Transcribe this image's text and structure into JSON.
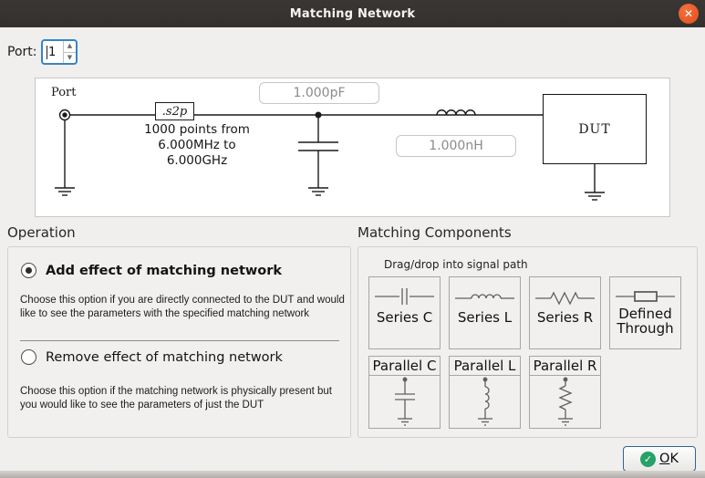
{
  "window": {
    "title": "Matching Network"
  },
  "icons": {
    "close": "✕",
    "check": "✓",
    "spin_up": "▲",
    "spin_down": "▼"
  },
  "port": {
    "label": "Port:",
    "value": "1"
  },
  "circuit": {
    "port_label": "Port",
    "s2p_label": ".s2p",
    "sweep_line1": "1000 points from",
    "sweep_line2": "6.000MHz to",
    "sweep_line3": "6.000GHz",
    "capacitor_value": "1.000pF",
    "inductor_value": "1.000nH",
    "dut_label": "DUT"
  },
  "operation": {
    "header": "Operation",
    "options": [
      {
        "label": "Add effect of matching network",
        "selected": true,
        "description": "Choose this option if you are directly connected to the DUT and would like to see the parameters with the specified matching network"
      },
      {
        "label": "Remove effect of matching network",
        "selected": false,
        "description": "Choose this option if the matching network is physically present but you would like to see the parameters of just the DUT"
      }
    ]
  },
  "components": {
    "header": "Matching Components",
    "hint": "Drag/drop into signal path",
    "series": [
      {
        "label": "Series C"
      },
      {
        "label": "Series L"
      },
      {
        "label": "Series R"
      },
      {
        "label": "Defined Through"
      }
    ],
    "parallel": [
      {
        "label": "Parallel C"
      },
      {
        "label": "Parallel L"
      },
      {
        "label": "Parallel R"
      }
    ]
  },
  "footer": {
    "ok_mnemonic": "O",
    "ok_rest": "K"
  },
  "colors": {
    "titlebar": "#35312f",
    "close_button": "#e95420",
    "dialog_bg": "#f0efed",
    "focus_blue": "#3584c6",
    "ok_green": "#26a269"
  }
}
